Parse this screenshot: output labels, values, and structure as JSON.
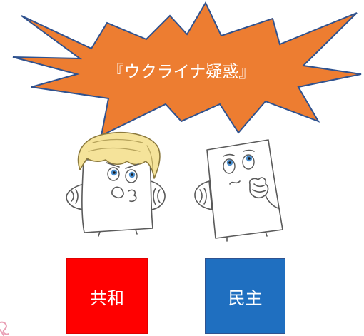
{
  "burst": {
    "label": "『ウクライナ疑惑』",
    "fill_color": "#ED7D31",
    "outline_color": "#2F528F"
  },
  "characters": {
    "left_icon": "blond-paper-character-icon",
    "right_icon": "thinking-paper-character-icon"
  },
  "parties": [
    {
      "label": "共和",
      "color": "#FF0000"
    },
    {
      "label": "民主",
      "color": "#1F6FC0"
    }
  ]
}
